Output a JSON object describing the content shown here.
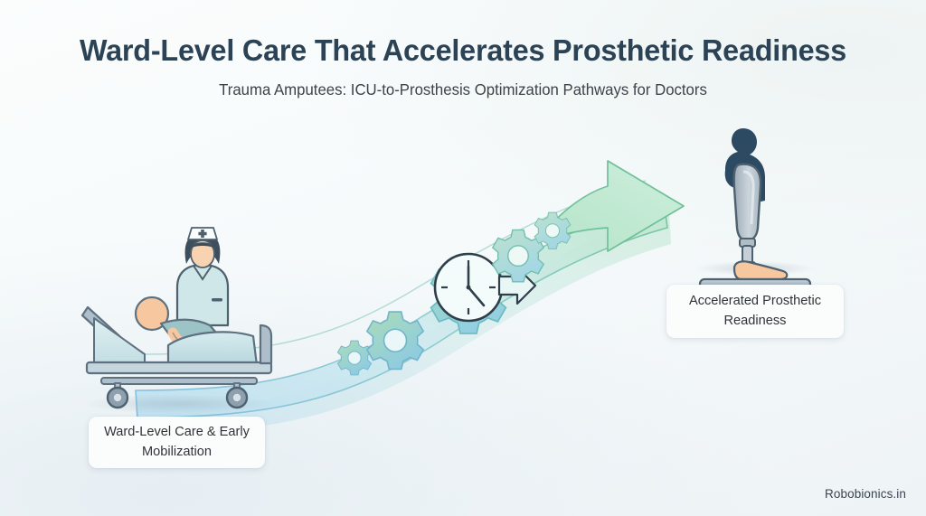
{
  "header": {
    "title": "Ward-Level Care That Accelerates Prosthetic Readiness",
    "subtitle": "Trauma Amputees: ICU-to-Prosthesis Optimization Pathways for Doctors"
  },
  "stages": {
    "start_label": "Ward-Level Care & Early Mobilization",
    "end_label": "Accelerated Prosthetic Readiness"
  },
  "footer": {
    "watermark": "Robobionics.in"
  },
  "illustrations": {
    "start_scene": "hospital-bed-with-patient-and-nurse",
    "middle_scene": "gears-with-clock-and-arrow",
    "end_scene": "person-with-prosthetic-leg-on-balance-board",
    "flow_arrow": "upward-curving-arrow-pointing-right"
  },
  "colors": {
    "title": "#2c4356",
    "subtitle": "#3d4349",
    "card_text": "#2f3438",
    "card_background": "#fbfcfc",
    "arrow_green": "#a8dfc0",
    "arrow_green_stroke": "#6cbf9a",
    "ribbon_blue": "#b7dced",
    "ribbon_blue_stroke": "#7fbcd8",
    "gear_teal": "#8ecfe0",
    "gear_green": "#9fd8b0",
    "silhouette_navy": "#2d4a63",
    "prosthetic_grey": "#b3bfc9",
    "skin": "#f2c6a0",
    "bed_blue": "#c3dde4",
    "bed_frame": "#8fa3b3",
    "background": "#f6fafb"
  }
}
